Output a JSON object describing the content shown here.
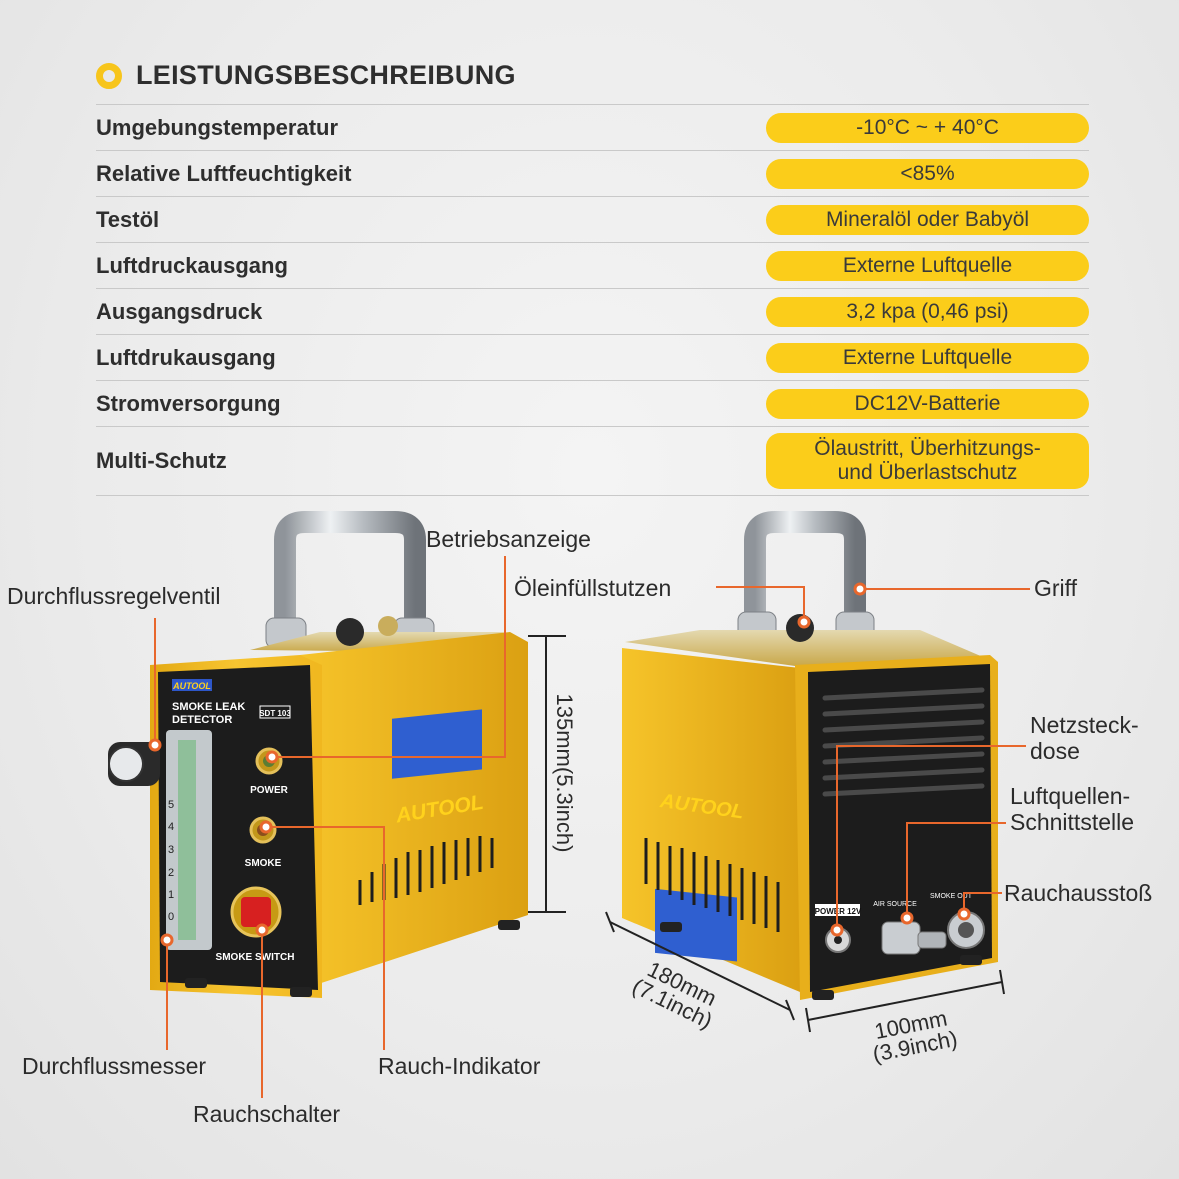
{
  "header": {
    "title": "LEISTUNGSBESCHREIBUNG"
  },
  "specs": [
    {
      "label": "Umgebungstemperatur",
      "value": "-10°C ~ + 40°C"
    },
    {
      "label": "Relative Luftfeuchtigkeit",
      "value": "<85%"
    },
    {
      "label": "Testöl",
      "value": "Mineralöl oder Babyöl"
    },
    {
      "label": "Luftdruckausgang",
      "value": "Externe Luftquelle"
    },
    {
      "label": "Ausgangsdruck",
      "value": "3,2 kpa (0,46 psi)"
    },
    {
      "label": "Luftdrukausgang",
      "value": "Externe Luftquelle"
    },
    {
      "label": "Stromversorgung",
      "value": "DC12V-Batterie"
    },
    {
      "label": "Multi-Schutz",
      "value_line1": "Ölaustritt, Überhitzungs-",
      "value_line2": "und Überlastschutz"
    }
  ],
  "callouts": {
    "betriebsanzeige": "Betriebsanzeige",
    "durchflussregelventil": "Durchflussregelventil",
    "durchflussmesser": "Durchflussmesser",
    "rauch_indikator": "Rauch-Indikator",
    "rauchschalter": "Rauchschalter",
    "oeleinfuellstutzen": "Öleinfüllstutzen",
    "griff": "Griff",
    "netzsteckdose_1": "Netzsteck-",
    "netzsteckdose_2": "dose",
    "luftquellen_1": "Luftquellen-",
    "luftquellen_2": "Schnittstelle",
    "rauchausstoss": "Rauchausstoß"
  },
  "dimensions": {
    "height": "135mm(5.3inch)",
    "depth_1": "180mm",
    "depth_2": "(7.1inch)",
    "width_1": "100mm",
    "width_2": "(3.9inch)"
  },
  "device": {
    "brand": "AUTOOL",
    "product_line1": "SMOKE LEAK",
    "product_line2": "DETECTOR",
    "model": "SDT 103",
    "power_label": "POWER",
    "smoke_label": "SMOKE",
    "switch_label": "SMOKE SWITCH",
    "flow_scale": [
      "5",
      "4",
      "3",
      "2",
      "1",
      "0"
    ],
    "rear_power": "POWER 12V",
    "rear_air": "AIR SOURCE",
    "rear_smoke": "SMOKE OUT"
  },
  "colors": {
    "accent": "#fbcd1a",
    "callout_line": "#e8672c",
    "body_yellow": "#f2b81e",
    "panel_dark": "#1c1c1c"
  }
}
